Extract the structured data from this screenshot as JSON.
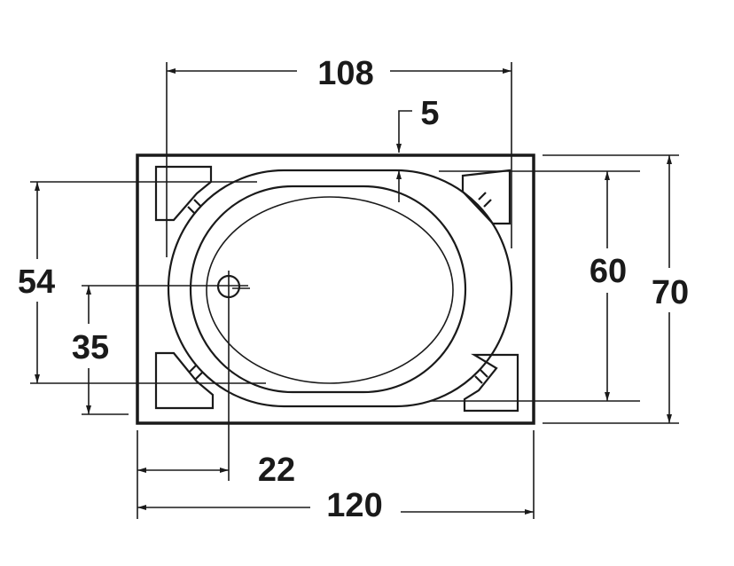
{
  "drawing": {
    "subject": "bathtub-plan",
    "ink_color": "#1a1a1a",
    "dimensions": {
      "top_inner_width": "108",
      "rim_offset": "5",
      "inner_height": "60",
      "overall_height": "70",
      "left_height": "54",
      "drain_height": "35",
      "drain_offset": "22",
      "overall_width": "120"
    }
  }
}
